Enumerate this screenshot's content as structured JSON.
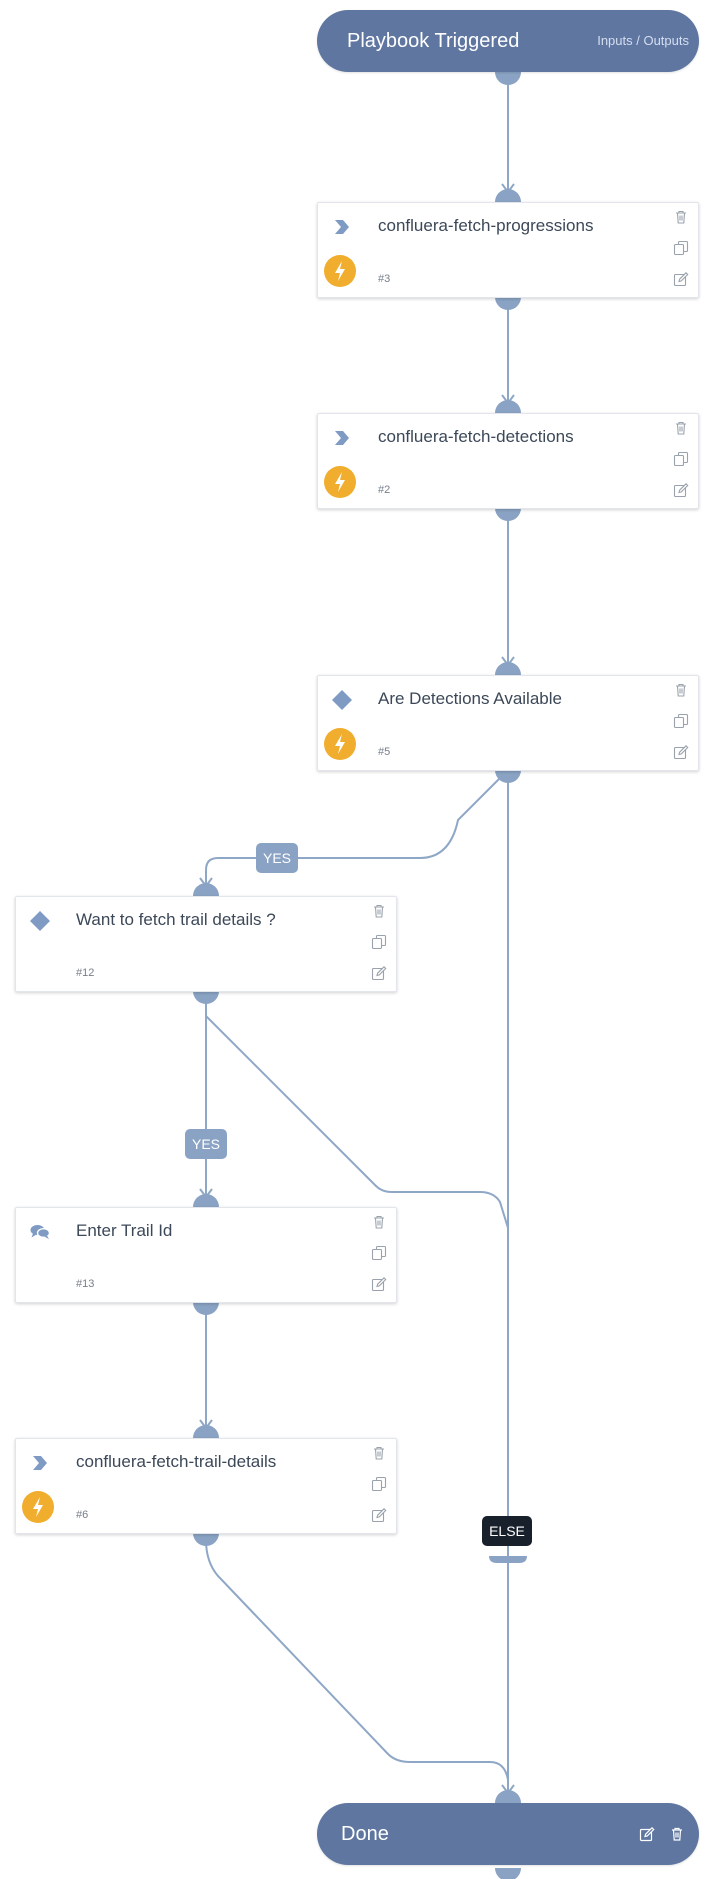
{
  "flow": {
    "start": {
      "title": "Playbook Triggered",
      "io_link": "Inputs / Outputs"
    },
    "tasks": [
      {
        "title": "confluera-fetch-progressions",
        "id": "#3",
        "type_icon": "chevron-right-icon",
        "automated": true
      },
      {
        "title": "confluera-fetch-detections",
        "id": "#2",
        "type_icon": "chevron-right-icon",
        "automated": true
      },
      {
        "title": "Are Detections Available",
        "id": "#5",
        "type_icon": "diamond-icon",
        "automated": true
      },
      {
        "title": "Want to fetch trail details ?",
        "id": "#12",
        "type_icon": "diamond-icon",
        "automated": false
      },
      {
        "title": "Enter Trail Id",
        "id": "#13",
        "type_icon": "chat-bubbles-icon",
        "automated": false
      },
      {
        "title": "confluera-fetch-trail-details",
        "id": "#6",
        "type_icon": "chevron-right-icon",
        "automated": true
      }
    ],
    "branch_labels": {
      "yes_1": "YES",
      "yes_2": "YES",
      "else": "ELSE"
    },
    "end": {
      "title": "Done"
    }
  },
  "colors": {
    "pill_background": "#5f76a1",
    "connector": "#8fa7c6",
    "bolt_badge": "#f0ad2e",
    "yes_label": "#8aa3c4",
    "else_label": "#18202c"
  }
}
